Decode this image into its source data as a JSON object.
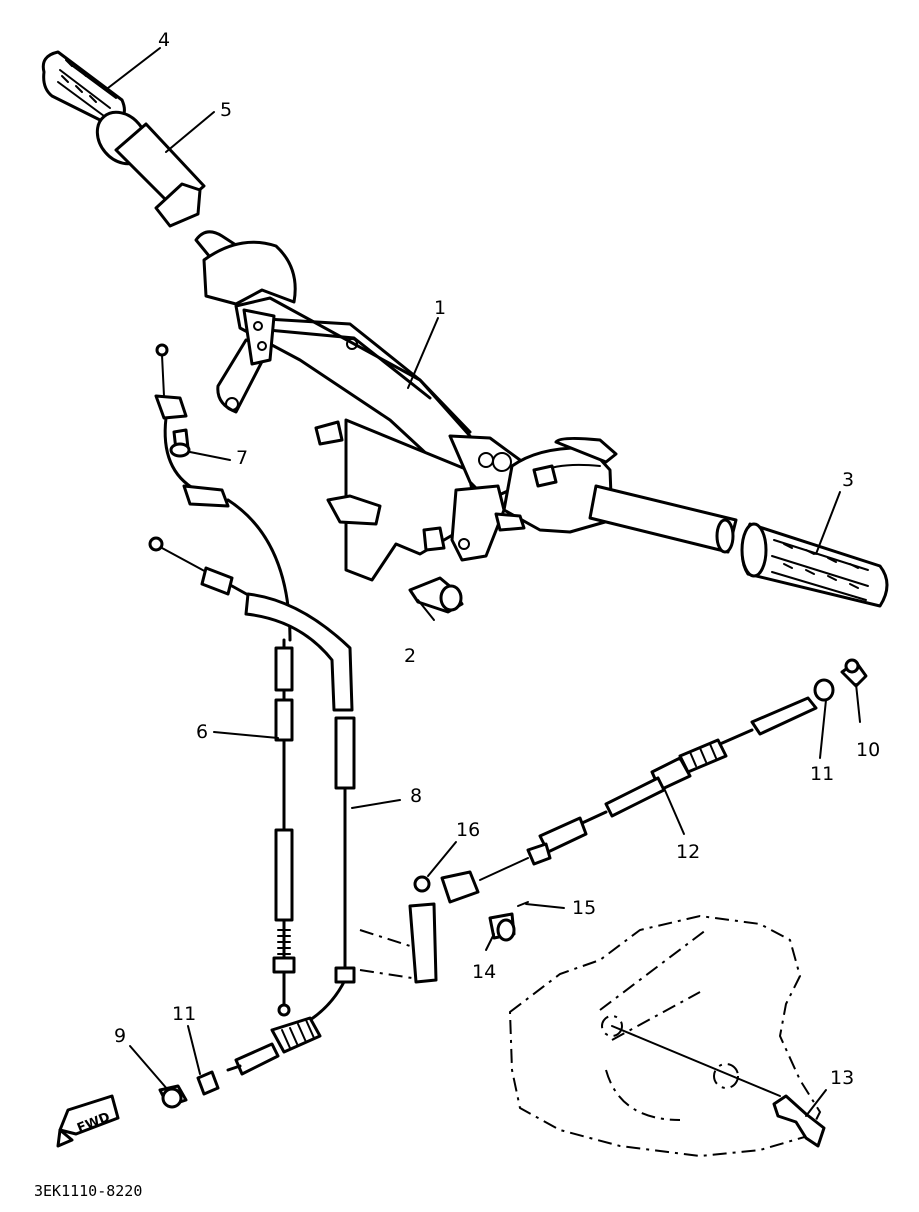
{
  "diagram": {
    "callouts": [
      {
        "id": "1",
        "text": "1"
      },
      {
        "id": "2",
        "text": "2"
      },
      {
        "id": "3",
        "text": "3"
      },
      {
        "id": "4",
        "text": "4"
      },
      {
        "id": "5",
        "text": "5"
      },
      {
        "id": "6",
        "text": "6"
      },
      {
        "id": "7",
        "text": "7"
      },
      {
        "id": "8",
        "text": "8"
      },
      {
        "id": "9",
        "text": "9"
      },
      {
        "id": "10",
        "text": "10"
      },
      {
        "id": "11a",
        "text": "11"
      },
      {
        "id": "11b",
        "text": "11"
      },
      {
        "id": "12",
        "text": "12"
      },
      {
        "id": "13",
        "text": "13"
      },
      {
        "id": "14",
        "text": "14"
      },
      {
        "id": "15",
        "text": "15"
      },
      {
        "id": "16",
        "text": "16"
      }
    ],
    "direction_arrow": "FWD",
    "drawing_code": "3EK1110-8220"
  }
}
